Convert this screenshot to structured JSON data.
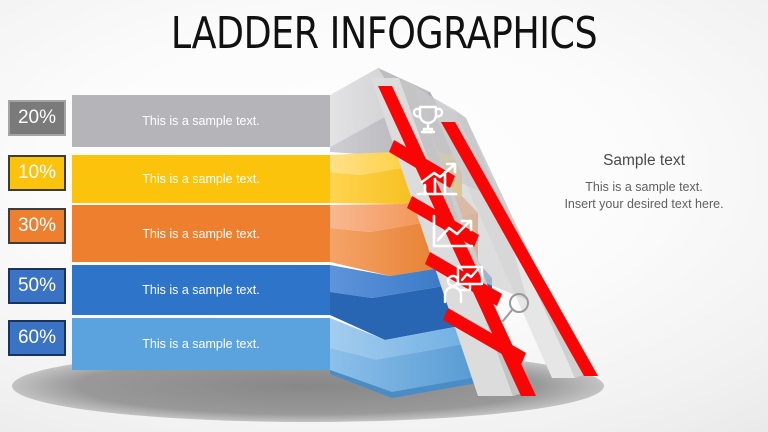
{
  "slide": {
    "title": "LADDER INFOGRAPHICS",
    "background_color": "#f4f4f4"
  },
  "steps": [
    {
      "percent": "20%",
      "text": "This is a sample text.",
      "color": "#b5b5b9",
      "top_color": "#d2d2d5",
      "side_color": "#9d9da1",
      "badge_color": "#7a7a7a",
      "badge_border": "#9f9f9f",
      "icon": "trophy-icon"
    },
    {
      "percent": "10%",
      "text": "This is a sample text.",
      "color": "#fcc30d",
      "top_color": "#ffd95b",
      "side_color": "#e8a900",
      "badge_color": "#fcc30d",
      "badge_border": "#3c3c3c",
      "icon": "bar-chart-arrow-icon"
    },
    {
      "percent": "30%",
      "text": "This is a sample text.",
      "color": "#ee7f2e",
      "top_color": "#f5ab78",
      "side_color": "#db6f22",
      "badge_color": "#ee7f2e",
      "badge_border": "#3c3c3c",
      "icon": "line-chart-icon"
    },
    {
      "percent": "50%",
      "text": "This is a sample text.",
      "color": "#2e74c8",
      "top_color": "#4a8bd8",
      "side_color": "#2463ae",
      "badge_color": "#3a72c4",
      "badge_border": "#18335e",
      "icon": "presenter-icon"
    },
    {
      "percent": "60%",
      "text": "This is a sample text.",
      "color": "#5ba3de",
      "top_color": "#8cc0e9",
      "side_color": "#4a90cc",
      "badge_color": "#3a72c4",
      "badge_border": "#18335e",
      "icon": "magnifier-icon"
    }
  ],
  "ladder": {
    "rail_color": "#f90505",
    "support_color": "#d6d6d6",
    "name": "red-ladder",
    "rungs": 5
  },
  "side_panel": {
    "heading": "Sample text",
    "body_line_1": "This is a sample text.",
    "body_line_2": "Insert your desired text here."
  }
}
